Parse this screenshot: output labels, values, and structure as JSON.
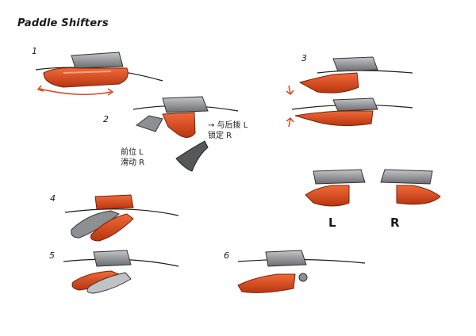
{
  "title": "Paddle Shifters",
  "variants": [
    {
      "number": "1"
    },
    {
      "number": "2"
    },
    {
      "number": "3"
    },
    {
      "number": "4"
    },
    {
      "number": "5"
    },
    {
      "number": "6"
    }
  ],
  "notes": {
    "right_line1": "→ 与后拨 L",
    "right_line2": "   锁定 R",
    "left_line1": "前位 L",
    "left_line2": "滑动 R"
  },
  "side_labels": {
    "left": "L",
    "right": "R"
  },
  "colors": {
    "paddle_orange": "#d9451c",
    "paddle_dark": "#a32f10",
    "mount_gray": "#8d8f93",
    "mount_dark": "#55575b",
    "ink": "#1a1a1a"
  }
}
